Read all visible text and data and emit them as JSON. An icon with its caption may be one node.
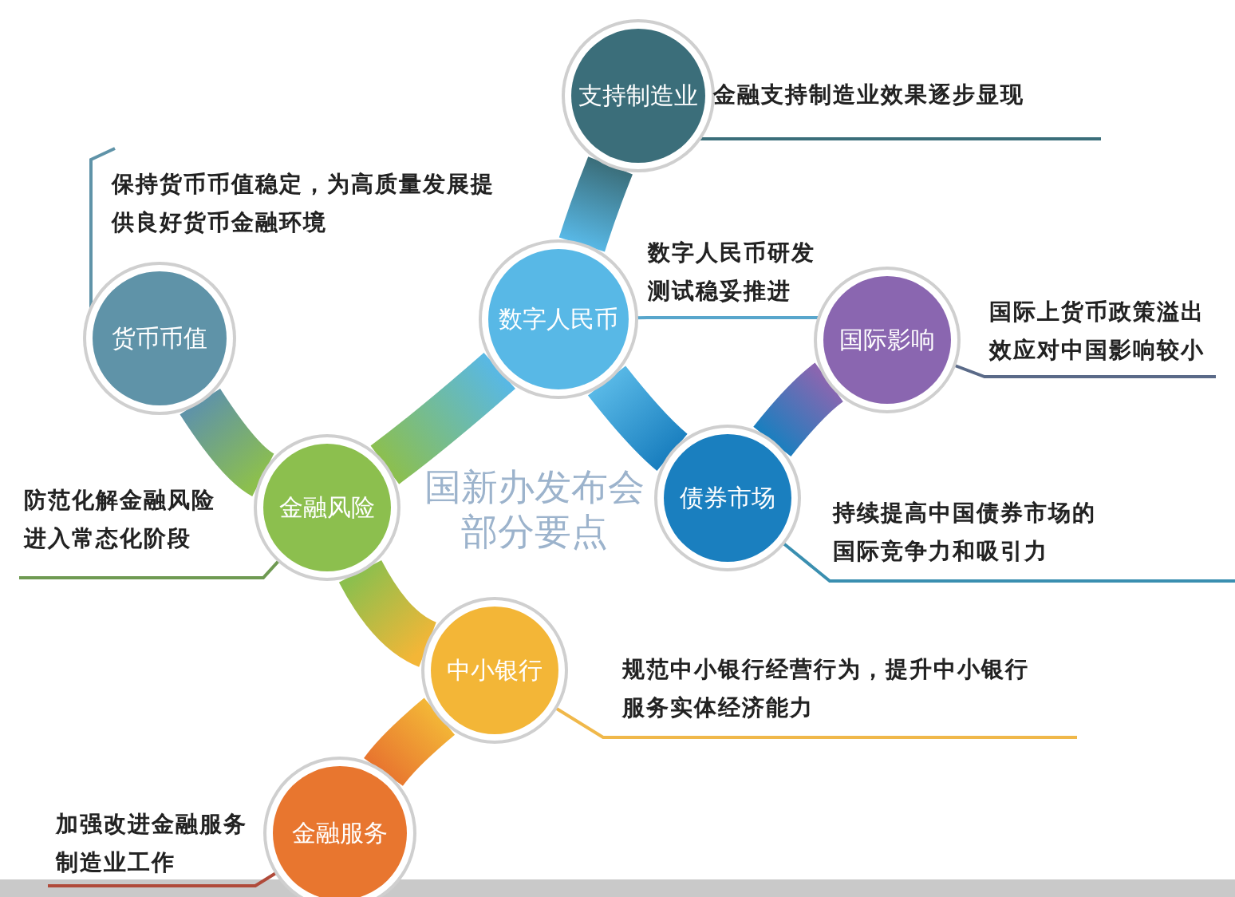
{
  "diagram": {
    "nodes": [
      {
        "text": [
          "支持制造业"
        ]
      },
      {
        "text": [
          "货币币值"
        ]
      },
      {
        "text": [
          "数字人民币"
        ]
      },
      {
        "text": [
          "国际影响"
        ]
      },
      {
        "text": [
          "金融风险"
        ]
      },
      {
        "text": [
          "债券市场"
        ]
      },
      {
        "text": [
          "中小银行"
        ]
      },
      {
        "text": [
          "金融服务"
        ]
      },
      {
        "text": [
          "金融支持制造业效果逐步显现"
        ]
      },
      {
        "text": [
          "保持货币币值稳定，为高质量发展提供良好货币金融环境"
        ]
      },
      {
        "text": [
          "数字人民币研发测试稳妥推进"
        ]
      },
      {
        "text": [
          "国际上货币政策溢出效应对中国影响较小"
        ]
      },
      {
        "text": [
          "防范化解金融风险进入常态化阶段"
        ]
      },
      {
        "text": [
          "持续提高中国债券市场的国际竞争力和吸引力"
        ]
      },
      {
        "text": [
          "规范中小银行经营行为，提升中小银行服务实体经济能力"
        ]
      },
      {
        "text": [
          "加强改进金融服务制造业工作"
        ]
      }
    ],
    "edges": [
      {
        "from": 0,
        "to": 2,
        "arrow": "none",
        "style": "thick"
      },
      {
        "from": 1,
        "to": 4,
        "arrow": "none",
        "style": "thick"
      },
      {
        "from": 2,
        "to": 4,
        "arrow": "none",
        "style": "thick"
      },
      {
        "from": 2,
        "to": 5,
        "arrow": "none",
        "style": "thick"
      },
      {
        "from": 5,
        "to": 3,
        "arrow": "none",
        "style": "thick"
      },
      {
        "from": 4,
        "to": 6,
        "arrow": "none",
        "style": "thick"
      },
      {
        "from": 6,
        "to": 7,
        "arrow": "none",
        "style": "thick"
      },
      {
        "from": 8,
        "to": 0,
        "arrow": "none",
        "color": "#3b6e7a"
      },
      {
        "from": 9,
        "to": 1,
        "arrow": "none",
        "color": "#5f93a8"
      },
      {
        "from": 10,
        "to": 2,
        "arrow": "none",
        "color": "#58a6cc"
      },
      {
        "from": 11,
        "to": 3,
        "arrow": "none",
        "color": "#5a6a88"
      },
      {
        "from": 12,
        "to": 4,
        "arrow": "none",
        "color": "#6f9a52"
      },
      {
        "from": 13,
        "to": 5,
        "arrow": "none",
        "color": "#3a8fb0"
      },
      {
        "from": 14,
        "to": 6,
        "arrow": "none",
        "color": "#f0b84a"
      },
      {
        "from": 15,
        "to": 7,
        "arrow": "none",
        "color": "#b04a3a"
      }
    ],
    "labels": [
      "国新办发布会部分要点"
    ]
  }
}
